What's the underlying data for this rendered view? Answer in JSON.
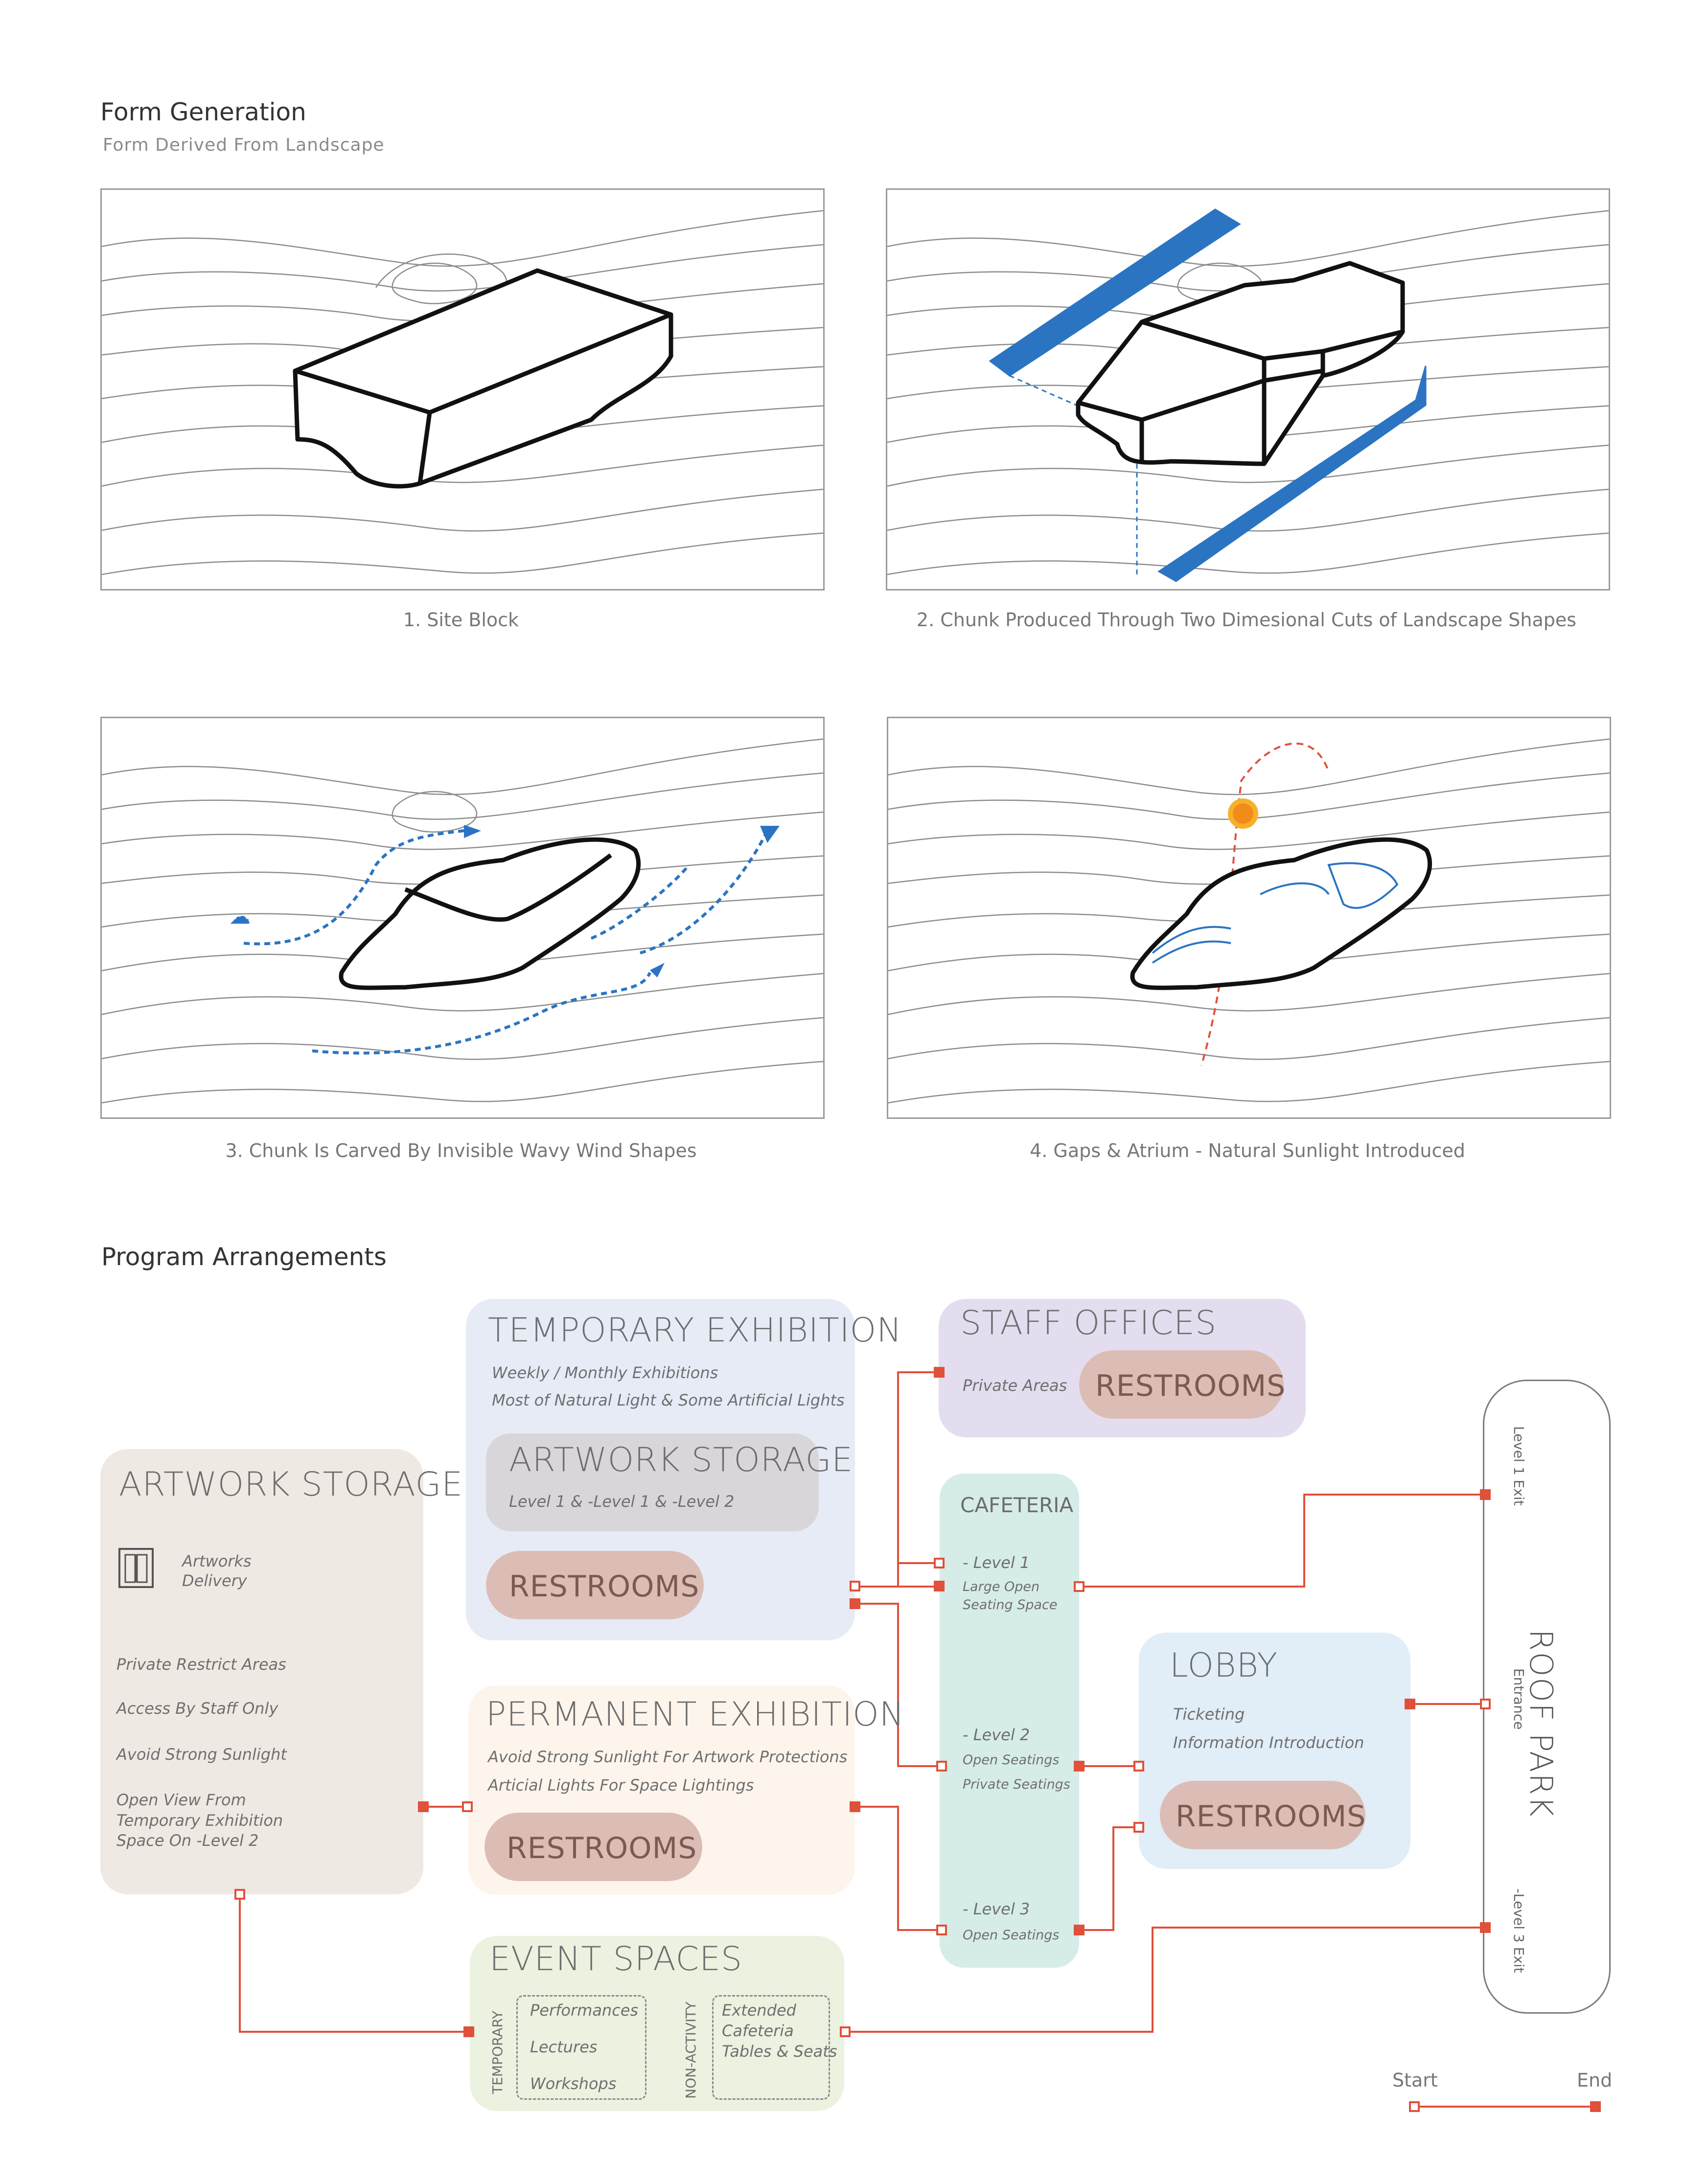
{
  "form_generation": {
    "title": "Form Generation",
    "subtitle": "Form Derived From Landscape",
    "captions": [
      "1. Site Block",
      "2. Chunk Produced Through Two Dimesional Cuts of Landscape Shapes",
      "3. Chunk Is Carved By Invisible Wavy Wind Shapes",
      "4. Gaps & Atrium - Natural Sunlight Introduced"
    ]
  },
  "program": {
    "title": "Program Arrangements",
    "temporary_exhibition": {
      "title": "TEMPORARY EXHIBITION",
      "lines": [
        "Weekly / Monthly Exhibitions",
        "Most of Natural Light & Some Artificial Lights"
      ],
      "storage_title": "ARTWORK STORAGE",
      "storage_levels": "Level 1 & -Level 1 & -Level 2",
      "restrooms": "RESTROOMS"
    },
    "staff_offices": {
      "title": "STAFF OFFICES",
      "private": "Private Areas",
      "restrooms": "RESTROOMS"
    },
    "artwork_storage": {
      "title": "ARTWORK STORAGE",
      "delivery_line1": "Artworks",
      "delivery_line2": "Delivery",
      "notes": [
        "Private Restrict Areas",
        "Access By Staff Only",
        "Avoid Strong Sunlight",
        "Open View From",
        "Temporary Exhibition",
        "Space On -Level 2"
      ]
    },
    "cafeteria": {
      "title": "CAFETERIA",
      "level1": "- Level 1",
      "level1_desc1": "Large Open",
      "level1_desc2": "Seating Space",
      "level2": "- Level 2",
      "level2_desc1": "Open Seatings",
      "level2_desc2": "Private Seatings",
      "level3": "- Level 3",
      "level3_desc1": "Open Seatings"
    },
    "lobby": {
      "title": "LOBBY",
      "lines": [
        "Ticketing",
        "Information Introduction"
      ],
      "restrooms": "RESTROOMS"
    },
    "permanent_exhibition": {
      "title": "PERMANENT EXHIBITION",
      "lines": [
        "Avoid Strong Sunlight For Artwork Protections",
        "Articial Lights For Space Lightings"
      ],
      "restrooms": "RESTROOMS"
    },
    "event_spaces": {
      "title": "EVENT SPACES",
      "temporary_label": "TEMPORARY",
      "temporary_items": [
        "Performances",
        "Lectures",
        "Workshops"
      ],
      "nonactivity_label": "NON-ACTIVITY",
      "nonactivity_items": [
        "Extended",
        "Cafeteria",
        "Tables & Seats"
      ]
    },
    "roof_park": {
      "title": "ROOF PARK",
      "level1_exit": "Level 1 Exit",
      "entrance": "Entrance",
      "level3_exit": "-Level 3 Exit"
    },
    "legend": {
      "start": "Start",
      "end": "End"
    }
  },
  "colors": {
    "accent_blue": "#2b74c2",
    "line_red": "#e0503a",
    "temp_bg": "#e7ebf6",
    "staff_bg": "#e3ddef",
    "storage_bg": "#efe9e4",
    "cafe_bg": "#d6ece8",
    "lobby_bg": "#e1edf7",
    "perm_bg": "#fdf5ec",
    "event_bg": "#ebf2e0",
    "restroom_pill": "#dcbdb6"
  }
}
